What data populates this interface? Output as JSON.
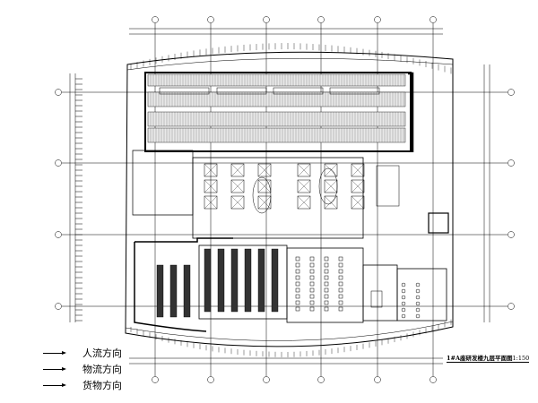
{
  "legend": {
    "items": [
      {
        "label": "人流方向",
        "icon": "arrow-right"
      },
      {
        "label": "物流方向",
        "icon": "arrow-right"
      },
      {
        "label": "货物方向",
        "icon": "arrow-right"
      }
    ]
  },
  "drawing": {
    "title": "1#A座研发楼九层平面图",
    "scale": "1:150",
    "line_color": "#000000",
    "background": "#ffffff"
  }
}
